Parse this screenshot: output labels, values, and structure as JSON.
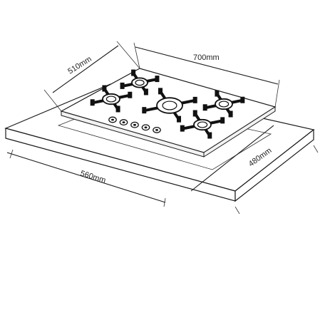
{
  "dimensions": {
    "hob_width": "700mm",
    "hob_depth": "510mm",
    "cutout_width": "560mm",
    "cutout_depth": "480mm"
  },
  "burners": [
    {
      "id": "rear-left"
    },
    {
      "id": "front-left"
    },
    {
      "id": "center-wok"
    },
    {
      "id": "rear-right"
    },
    {
      "id": "front-right"
    }
  ],
  "knob_count": 5
}
